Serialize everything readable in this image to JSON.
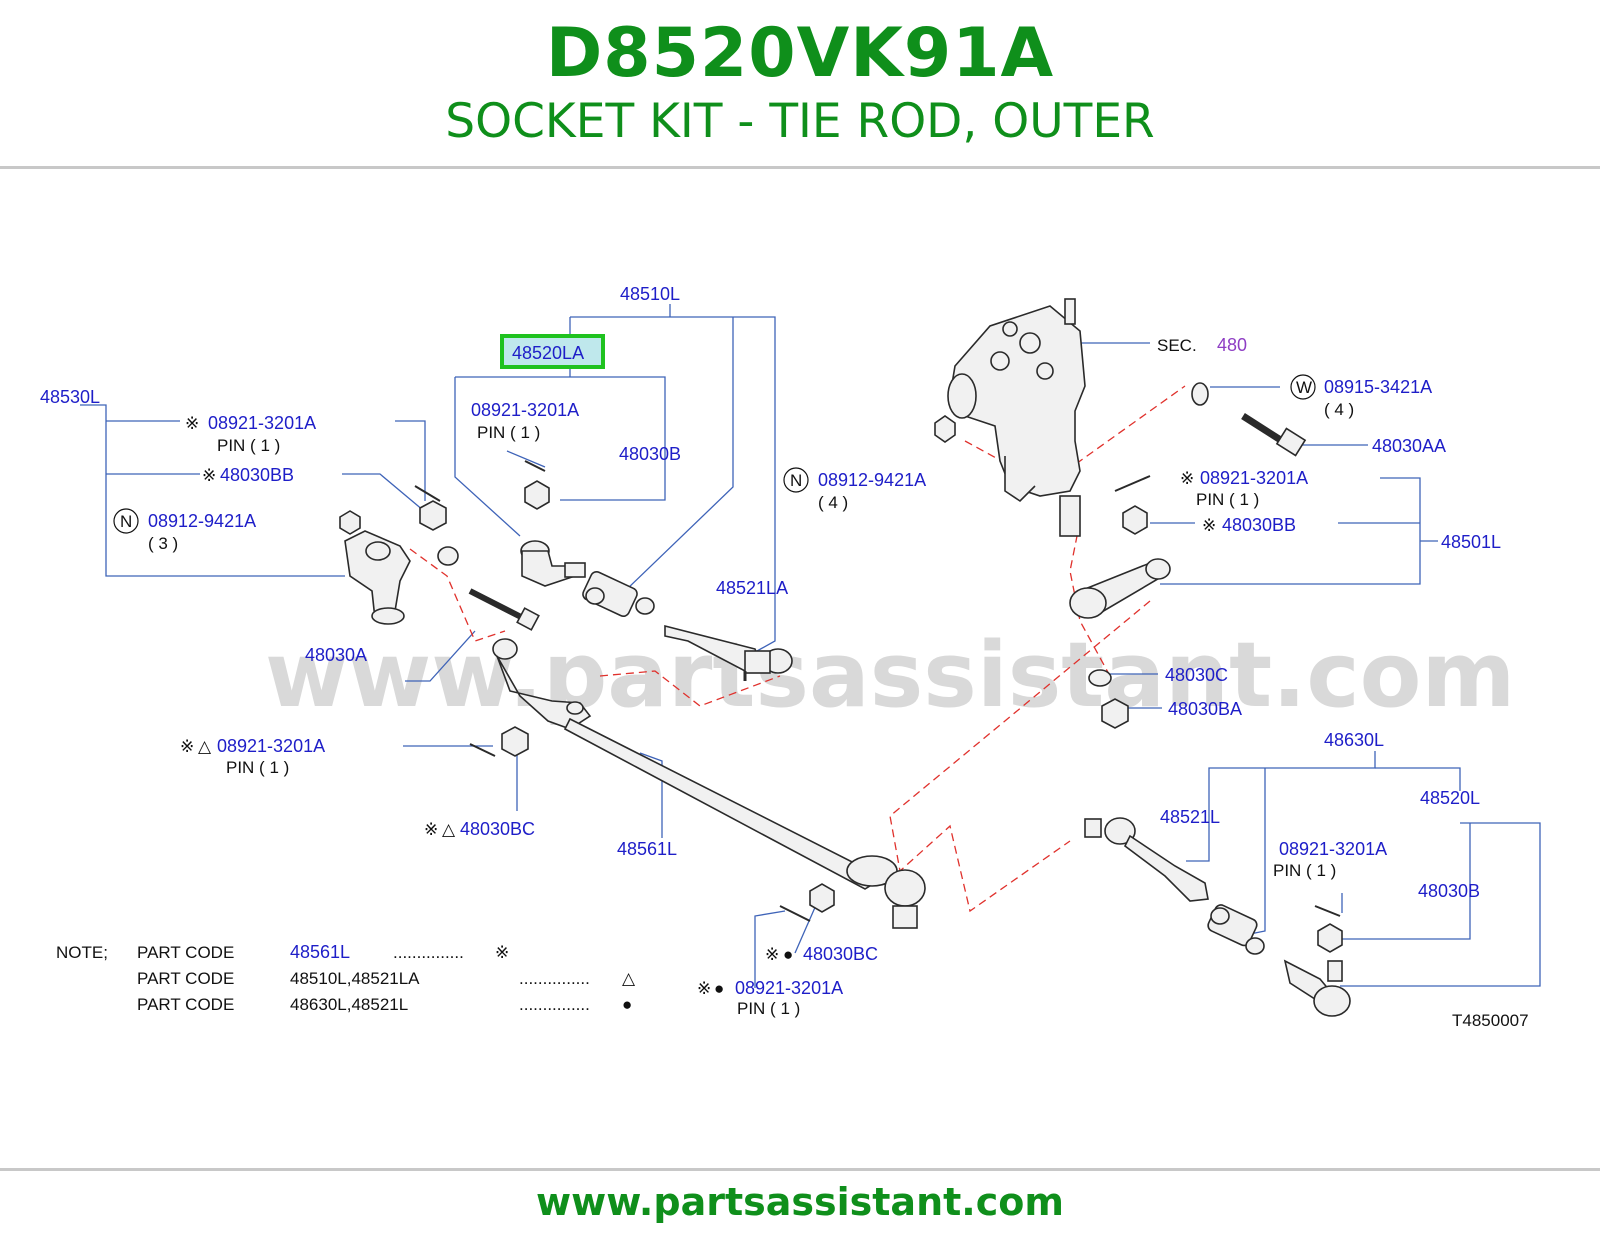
{
  "header": {
    "part_number": "D8520VK91A",
    "description": "SOCKET KIT - TIE ROD, OUTER"
  },
  "watermark": "www.partsassistant.com",
  "colors": {
    "brand_green": "#0f8f1b",
    "label_blue": "#1e1ec8",
    "highlight_green": "#1fc21f",
    "ref_purple": "#8e3dc4",
    "dashed_red": "#e0312c",
    "leader_blue": "#3e63b8"
  },
  "diagram": {
    "labels": {
      "l48510L": "48510L",
      "l48520LA": "48520LA",
      "sec": "SEC.",
      "sec_num": "480",
      "l48530L": "48530L",
      "pin_a": "08921-3201A",
      "pin_a_qty": "PIN  ( 1 )",
      "pin_b": "08921-3201A",
      "pin_b_qty": "PIN   ( 1 )",
      "l48030B": "48030B",
      "l48030BB_left": "48030BB",
      "nut_left": "08912-9421A",
      "nut_left_qty": "( 3 )",
      "washer_w": "08915-3421A",
      "washer_w_qty": "( 4 )",
      "l48030AA": "48030AA",
      "nut_right": "08912-9421A",
      "nut_right_qty": "( 4 )",
      "pin_c": "08921-3201A",
      "pin_c_qty": "PIN      ( 1 )",
      "l48030BB_right": "48030BB",
      "l48501L": "48501L",
      "l48521LA": "48521LA",
      "l48030A": "48030A",
      "l48030C": "48030C",
      "l48030BA": "48030BA",
      "pin_d": "08921-3201A",
      "pin_d_qty": "PIN   ( 1 )",
      "l48030BC_left": "48030BC",
      "l48561L": "48561L",
      "l48630L": "48630L",
      "l48520L": "48520L",
      "l48521L": "48521L",
      "pin_e": "08921-3201A",
      "pin_e_qty": "PIN      ( 1 )",
      "l48030B_right": "48030B",
      "l48030BC_right": "48030BC",
      "pin_f": "08921-3201A",
      "pin_f_qty": "PIN     ( 1 )",
      "figure_code": "T4850007"
    },
    "symbols": {
      "kome": "※",
      "triangle": "△",
      "dot": "●",
      "n_circle": "N",
      "w_circle": "W"
    },
    "notes": {
      "note_label": "NOTE;",
      "rows": [
        {
          "prefix": "PART  CODE",
          "code": "48561L",
          "dots": "...............",
          "symbol": "※"
        },
        {
          "prefix": "PART  CODE",
          "code": "48510L,48521LA",
          "dots": "...............",
          "symbol": "△"
        },
        {
          "prefix": "PART  CODE",
          "code": "48630L,48521L",
          "dots": "...............",
          "symbol": "●"
        }
      ]
    }
  },
  "footer": {
    "url": "www.partsassistant.com"
  }
}
